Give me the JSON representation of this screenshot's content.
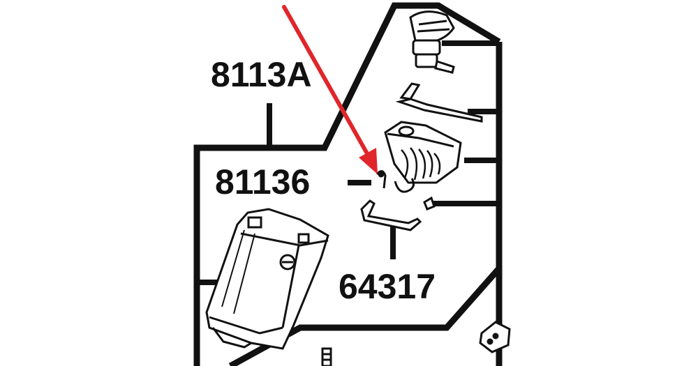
{
  "diagram": {
    "part_numbers": {
      "top": "8113A",
      "middle": "81136",
      "bottom": "64317"
    },
    "colors": {
      "line": "#111111",
      "arrow": "#e0262b",
      "background": "#ffffff"
    },
    "icons": {
      "pointer": "red-arrow-icon"
    }
  }
}
